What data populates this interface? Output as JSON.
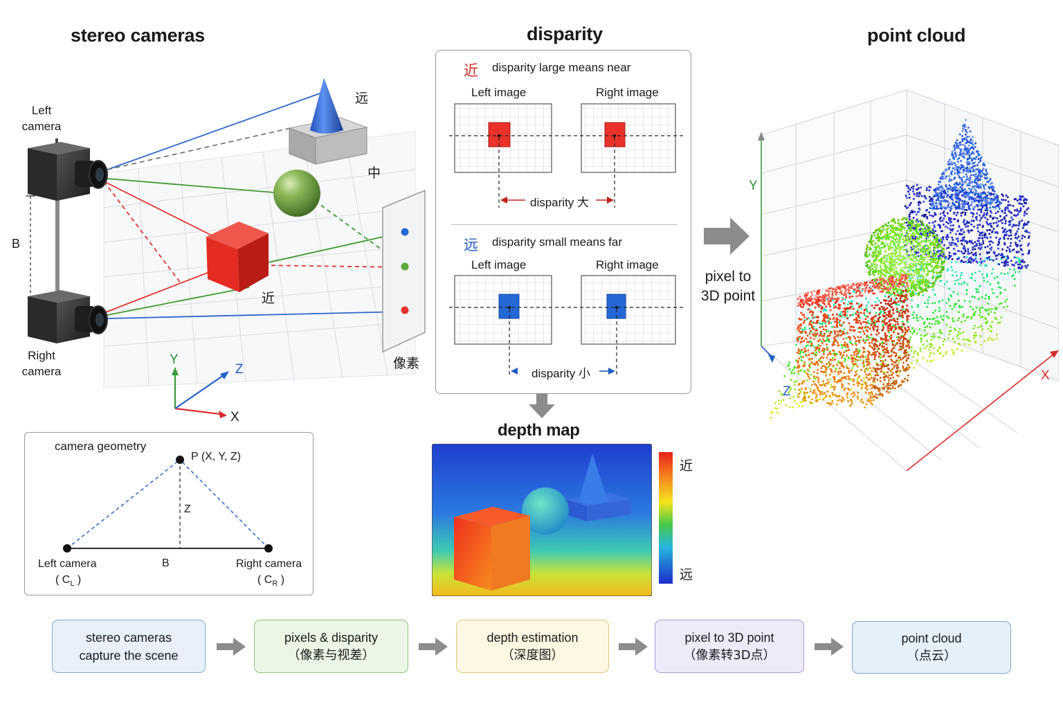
{
  "titles": {
    "stereo": "stereo cameras",
    "disparity": "disparity",
    "depth_map": "depth map",
    "point_cloud": "point cloud"
  },
  "cameras": {
    "left": [
      "Left",
      "camera"
    ],
    "right": [
      "Right",
      "camera"
    ],
    "baseline": "B",
    "far_mark": "远",
    "mid_mark": "中",
    "near_mark": "近",
    "pixel_mark": "像素",
    "axes": {
      "x": "X",
      "y": "Y",
      "z": "Z"
    }
  },
  "geometry": {
    "title": "camera geometry",
    "point": "P (X, Y, Z)",
    "z": "Z",
    "b": "B",
    "left": "Left camera",
    "left_sub": "( C",
    "left_sub_idx": "L",
    "right": "Right camera",
    "right_sub": "( C",
    "right_sub_idx": "R",
    "close_paren": " )"
  },
  "disparity": {
    "near": {
      "mark": "近",
      "caption": "disparity large means near",
      "left_image": "Left image",
      "right_image": "Right image",
      "label_prefix": "disparity ",
      "label_cn": "大"
    },
    "far": {
      "mark": "远",
      "caption": "disparity small means far",
      "left_image": "Left image",
      "right_image": "Right image",
      "label_prefix": "disparity ",
      "label_cn": "小"
    }
  },
  "depth": {
    "near": "近",
    "far": "远"
  },
  "transition": [
    "pixel to",
    "3D point"
  ],
  "point_cloud": {
    "axes": {
      "x": "X",
      "y": "Y",
      "z": "Z"
    }
  },
  "flow": [
    {
      "line1": "stereo cameras",
      "line2": "capture the scene",
      "bg": "#e8f1fb",
      "border": "#7fa6d6"
    },
    {
      "line1": "pixels & disparity",
      "line2": "（像素与视差）",
      "bg": "#ebf6e6",
      "border": "#8fc27c"
    },
    {
      "line1": "depth estimation",
      "line2": "（深度图）",
      "bg": "#fdf7e4",
      "border": "#e0c77a"
    },
    {
      "line1": "pixel to 3D point",
      "line2": "（像素转3D点）",
      "bg": "#efeafa",
      "border": "#a996d6"
    },
    {
      "line1": "point cloud",
      "line2": "（点云）",
      "bg": "#e6f0fb",
      "border": "#7fa6d6"
    }
  ],
  "colors": {
    "red": "#e8322a",
    "green": "#5aa83a",
    "blue": "#2468d6",
    "dark_blue": "#1f5bbf",
    "arrow_gray": "#8c8c8c"
  }
}
